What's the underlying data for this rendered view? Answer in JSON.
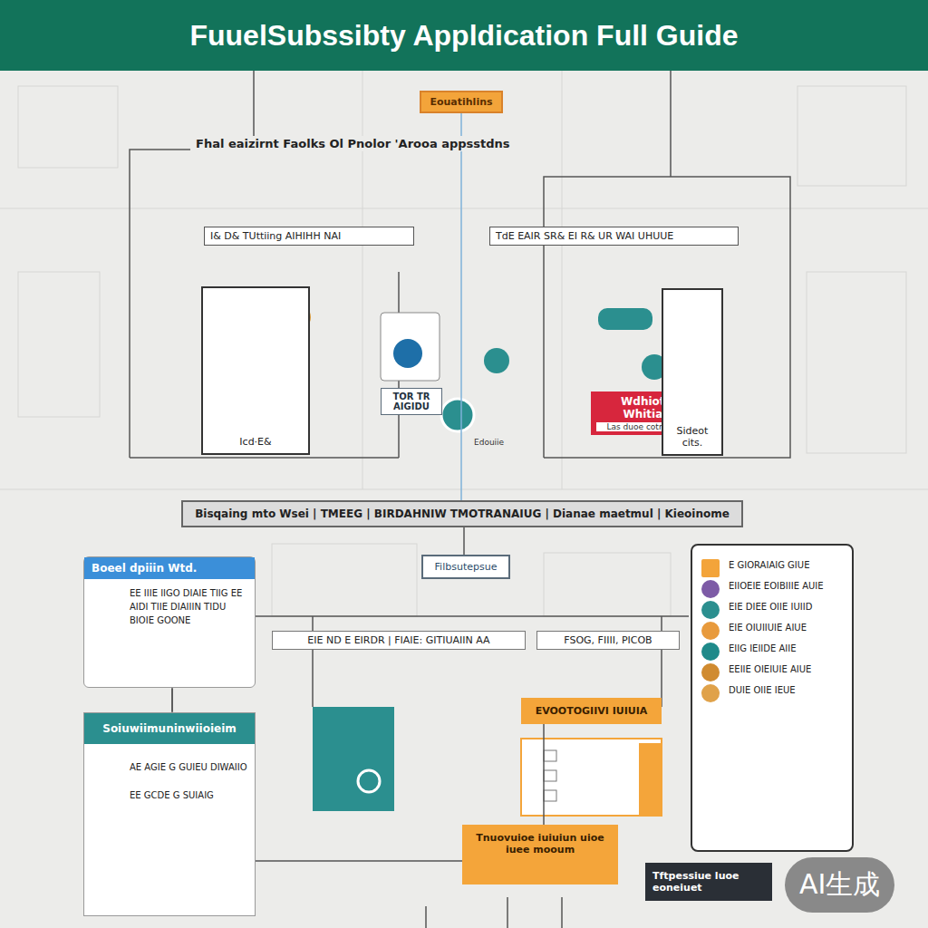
{
  "diagram": {
    "title": "FuuelSubssibty Appldication Full Guide",
    "nodes": [
      {
        "text": [
          "Eouatihlins"
        ]
      },
      {
        "text": [
          "I& D& TUttiing AIHIHH NAI"
        ]
      },
      {
        "text": [
          "TdE EAIR SR& EI R& UR WAI UHUUE"
        ]
      },
      {
        "text": [
          "Icd·E&"
        ]
      },
      {
        "text": [
          "TOR TR AIGIDU"
        ]
      },
      {
        "text": [
          "Wdhiotual, Whitiaiiun",
          "Las duoe cotmo ondlae"
        ]
      },
      {
        "text": [
          "Sideot cits."
        ]
      },
      {
        "text": [
          "Bisqaing mto Wsei | TMEEG | BIRDAHNIW TMOTRANAIUG | Dianae maetmul | Kieoinome"
        ]
      },
      {
        "text": [
          "Filbsutepsue"
        ]
      },
      {
        "text": [
          "Boeel dpiiin Wtd.",
          "EE IIIE IIGO DIAIE TIIG EE AIDI TIIE DIAIIIN TIDU BIOIE GOONE"
        ]
      },
      {
        "text": [
          "EIE ND E EIRDR | FIAIE: GITIUAIIN AA"
        ]
      },
      {
        "text": [
          "FSOG, FIIII, PICOB"
        ]
      },
      {
        "text": [
          "Soiuwiimuninwiioieim",
          "AE AGIE G GUIEU DIWAIIO",
          "EE GCDE G SUIAIG"
        ]
      },
      {
        "text": [
          "EVOOTOGIIVI IUIUIA"
        ]
      },
      {
        "text": [
          "Tnuovuioe iuiuiun uioe iuee mooum"
        ]
      },
      {
        "text": [
          "E GIORAIAIG GIUE",
          "EIIOEIE EOIBIIIE AUIE",
          "EIE DIEE OIIE IUIID",
          "EIE OIUIIUIE AIUE",
          "EIIG IEIIDE AIIE",
          "EEIIE OIEIUIE AIUE",
          "DUIE OIIE IEUE"
        ]
      },
      {
        "text": [
          "Tftpessiue luoe eoneiuet"
        ]
      }
    ],
    "edges": [
      {
        "from": 0,
        "to": 7,
        "arrow": "none"
      },
      {
        "from": 7,
        "to": 8,
        "arrow": "none"
      },
      {
        "from": 9,
        "to": 12,
        "arrow": "none"
      },
      {
        "from": 13,
        "to": 14,
        "arrow": "none"
      }
    ],
    "labels": [
      "Fhal eaizirnt Faolks Ol Pnolor 'Arooa appsstdns",
      "AI生成",
      "Edouiie"
    ]
  }
}
